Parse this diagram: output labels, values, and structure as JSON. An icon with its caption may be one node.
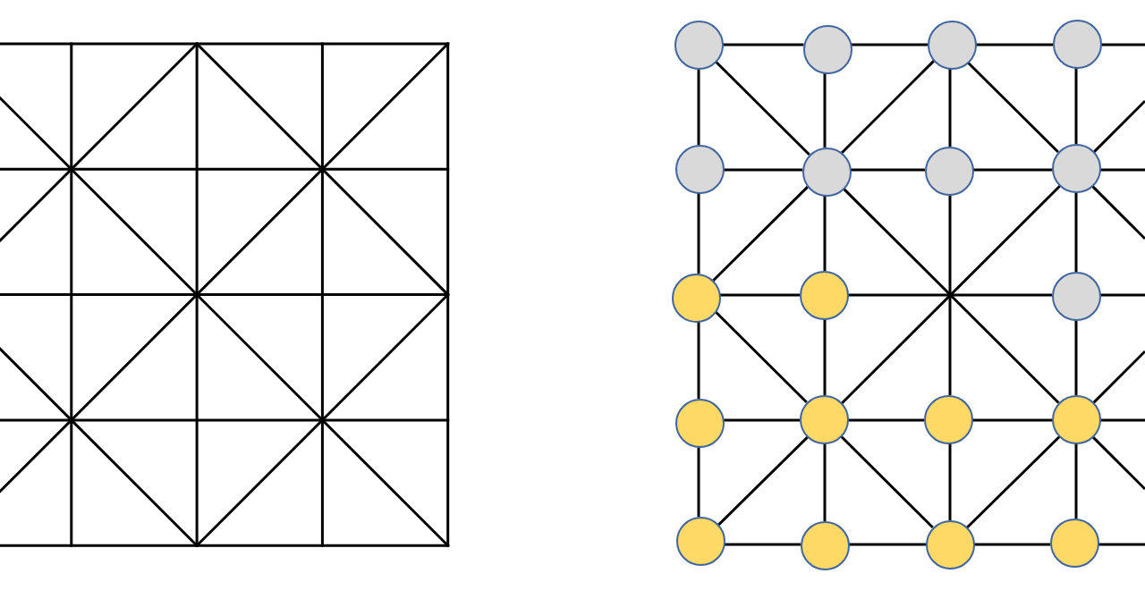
{
  "diagram": {
    "nodes": [
      {
        "text": [],
        "shape": "circle"
      },
      {
        "text": [],
        "shape": "circle"
      },
      {
        "text": [],
        "shape": "circle"
      },
      {
        "text": [],
        "shape": "circle"
      },
      {
        "text": [],
        "shape": "circle"
      },
      {
        "text": [],
        "shape": "circle"
      },
      {
        "text": [],
        "shape": "circle"
      },
      {
        "text": [],
        "shape": "circle"
      },
      {
        "text": [],
        "shape": "circle"
      },
      {
        "text": [],
        "shape": "circle"
      },
      {
        "text": [],
        "shape": "circle"
      },
      {
        "text": [],
        "shape": "circle"
      },
      {
        "text": [],
        "shape": "circle"
      },
      {
        "text": [],
        "shape": "circle"
      },
      {
        "text": [],
        "shape": "circle"
      },
      {
        "text": [],
        "shape": "circle"
      },
      {
        "text": [],
        "shape": "circle"
      },
      {
        "text": [],
        "shape": "circle"
      },
      {
        "text": [],
        "shape": "circle"
      }
    ],
    "edges": [
      {
        "from": 0,
        "to": 1,
        "arrow": "none"
      },
      {
        "from": 1,
        "to": 2,
        "arrow": "none"
      },
      {
        "from": 2,
        "to": 3,
        "arrow": "none"
      },
      {
        "from": 3,
        "to": null,
        "arrow": "none"
      },
      {
        "from": 4,
        "to": 5,
        "arrow": "none"
      },
      {
        "from": 5,
        "to": 6,
        "arrow": "none"
      },
      {
        "from": 6,
        "to": 7,
        "arrow": "none"
      },
      {
        "from": 7,
        "to": null,
        "arrow": "none"
      },
      {
        "from": 8,
        "to": 9,
        "arrow": "none"
      },
      {
        "from": 9,
        "to": 10,
        "arrow": "none"
      },
      {
        "from": 10,
        "to": null,
        "arrow": "none"
      },
      {
        "from": 11,
        "to": 12,
        "arrow": "none"
      },
      {
        "from": 12,
        "to": 13,
        "arrow": "none"
      },
      {
        "from": 13,
        "to": 14,
        "arrow": "none"
      },
      {
        "from": 14,
        "to": null,
        "arrow": "none"
      },
      {
        "from": 15,
        "to": 16,
        "arrow": "none"
      },
      {
        "from": 16,
        "to": 17,
        "arrow": "none"
      },
      {
        "from": 17,
        "to": 18,
        "arrow": "none"
      },
      {
        "from": 18,
        "to": null,
        "arrow": "none"
      },
      {
        "from": 0,
        "to": 4,
        "arrow": "none"
      },
      {
        "from": 4,
        "to": 8,
        "arrow": "none"
      },
      {
        "from": 8,
        "to": 11,
        "arrow": "none"
      },
      {
        "from": 11,
        "to": 15,
        "arrow": "none"
      },
      {
        "from": 1,
        "to": 5,
        "arrow": "none"
      },
      {
        "from": 5,
        "to": 9,
        "arrow": "none"
      },
      {
        "from": 9,
        "to": 12,
        "arrow": "none"
      },
      {
        "from": 12,
        "to": 16,
        "arrow": "none"
      },
      {
        "from": 2,
        "to": 6,
        "arrow": "none"
      },
      {
        "from": 6,
        "to": 13,
        "arrow": "none"
      },
      {
        "from": 13,
        "to": 17,
        "arrow": "none"
      },
      {
        "from": 3,
        "to": 7,
        "arrow": "none"
      },
      {
        "from": 7,
        "to": 10,
        "arrow": "none"
      },
      {
        "from": 10,
        "to": 14,
        "arrow": "none"
      },
      {
        "from": 14,
        "to": 18,
        "arrow": "none"
      },
      {
        "from": 0,
        "to": 5,
        "arrow": "none"
      },
      {
        "from": 2,
        "to": 7,
        "arrow": "none"
      },
      {
        "from": 5,
        "to": 14,
        "arrow": "none"
      },
      {
        "from": 7,
        "to": null,
        "arrow": "none"
      },
      {
        "from": 8,
        "to": 12,
        "arrow": "none"
      },
      {
        "from": 12,
        "to": 17,
        "arrow": "none"
      },
      {
        "from": 14,
        "to": null,
        "arrow": "none"
      },
      {
        "from": 2,
        "to": 5,
        "arrow": "none"
      },
      {
        "from": 7,
        "to": null,
        "arrow": "none"
      },
      {
        "from": 5,
        "to": 8,
        "arrow": "none"
      },
      {
        "from": 7,
        "to": 12,
        "arrow": "none"
      },
      {
        "from": 14,
        "to": null,
        "arrow": "none"
      },
      {
        "from": 12,
        "to": 15,
        "arrow": "none"
      },
      {
        "from": 14,
        "to": 17,
        "arrow": "none"
      }
    ]
  }
}
